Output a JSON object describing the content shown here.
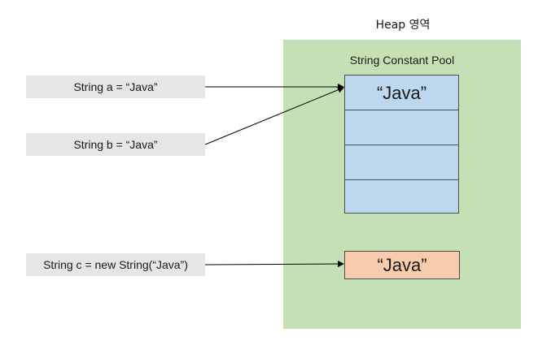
{
  "heap_label": "Heap 영역",
  "pool_label": "String Constant Pool",
  "pool_cells": [
    "“Java”",
    "",
    "",
    ""
  ],
  "new_object_label": "“Java”",
  "variables": [
    {
      "label": "String a = “Java”"
    },
    {
      "label": "String b = “Java”"
    },
    {
      "label": "String c = new String(“Java”)"
    }
  ],
  "colors": {
    "heap_fill": "#c5e0b4",
    "pool_fill": "#bdd7ee",
    "new_object_fill": "#f8cbad",
    "variable_fill": "#e7e6e6",
    "arrow": "#000000"
  }
}
